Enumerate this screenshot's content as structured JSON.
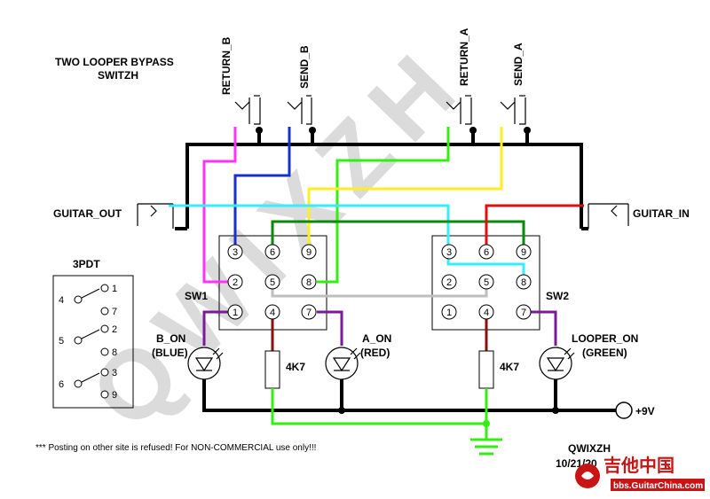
{
  "title_line1": "TWO LOOPER BYPASS",
  "title_line2": "SWITZH",
  "jack_return_b": "RETURN_B",
  "jack_send_b": "SEND_B",
  "jack_return_a": "RETURN_A",
  "jack_send_a": "SEND_A",
  "guitar_out": "GUITAR_OUT",
  "guitar_in": "GUITAR_IN",
  "sw1": "SW1",
  "sw2": "SW2",
  "pins": [
    "1",
    "2",
    "3",
    "4",
    "5",
    "6",
    "7",
    "8",
    "9"
  ],
  "led_b_line1": "B_ON",
  "led_b_line2": "(BLUE)",
  "led_a_line1": "A_ON",
  "led_a_line2": "(RED)",
  "led_looper_line1": "LOOPER_ON",
  "led_looper_line2": "(GREEN)",
  "resistor_value": "4K7",
  "supply": "+9V",
  "legend_title": "3PDT",
  "legend_commons": [
    "4",
    "5",
    "6"
  ],
  "legend_throws": [
    "1",
    "7",
    "2",
    "8",
    "3",
    "9"
  ],
  "notice": "*** Posting on other site is refused! For NON-COMMERCIAL use only!!!",
  "author": "QWIXZH",
  "date": "10/21/20",
  "watermark": "QWIXZH",
  "logo_text": "吉他中国",
  "logo_sub": "bbs.GuitarChina.com",
  "colors": {
    "wire_black": "#000000",
    "wire_magenta": "#ff33ff",
    "wire_blue": "#1b2fcc",
    "wire_green": "#33ee11",
    "wire_yellow": "#ffee22",
    "wire_cyan": "#33eeff",
    "wire_darkgreen": "#0a8a0a",
    "wire_red": "#dd1111",
    "wire_purple": "#7a1a9a",
    "wire_maroon": "#8a1010",
    "wire_gray": "#bfbfbf",
    "logo_red": "#c81414"
  }
}
